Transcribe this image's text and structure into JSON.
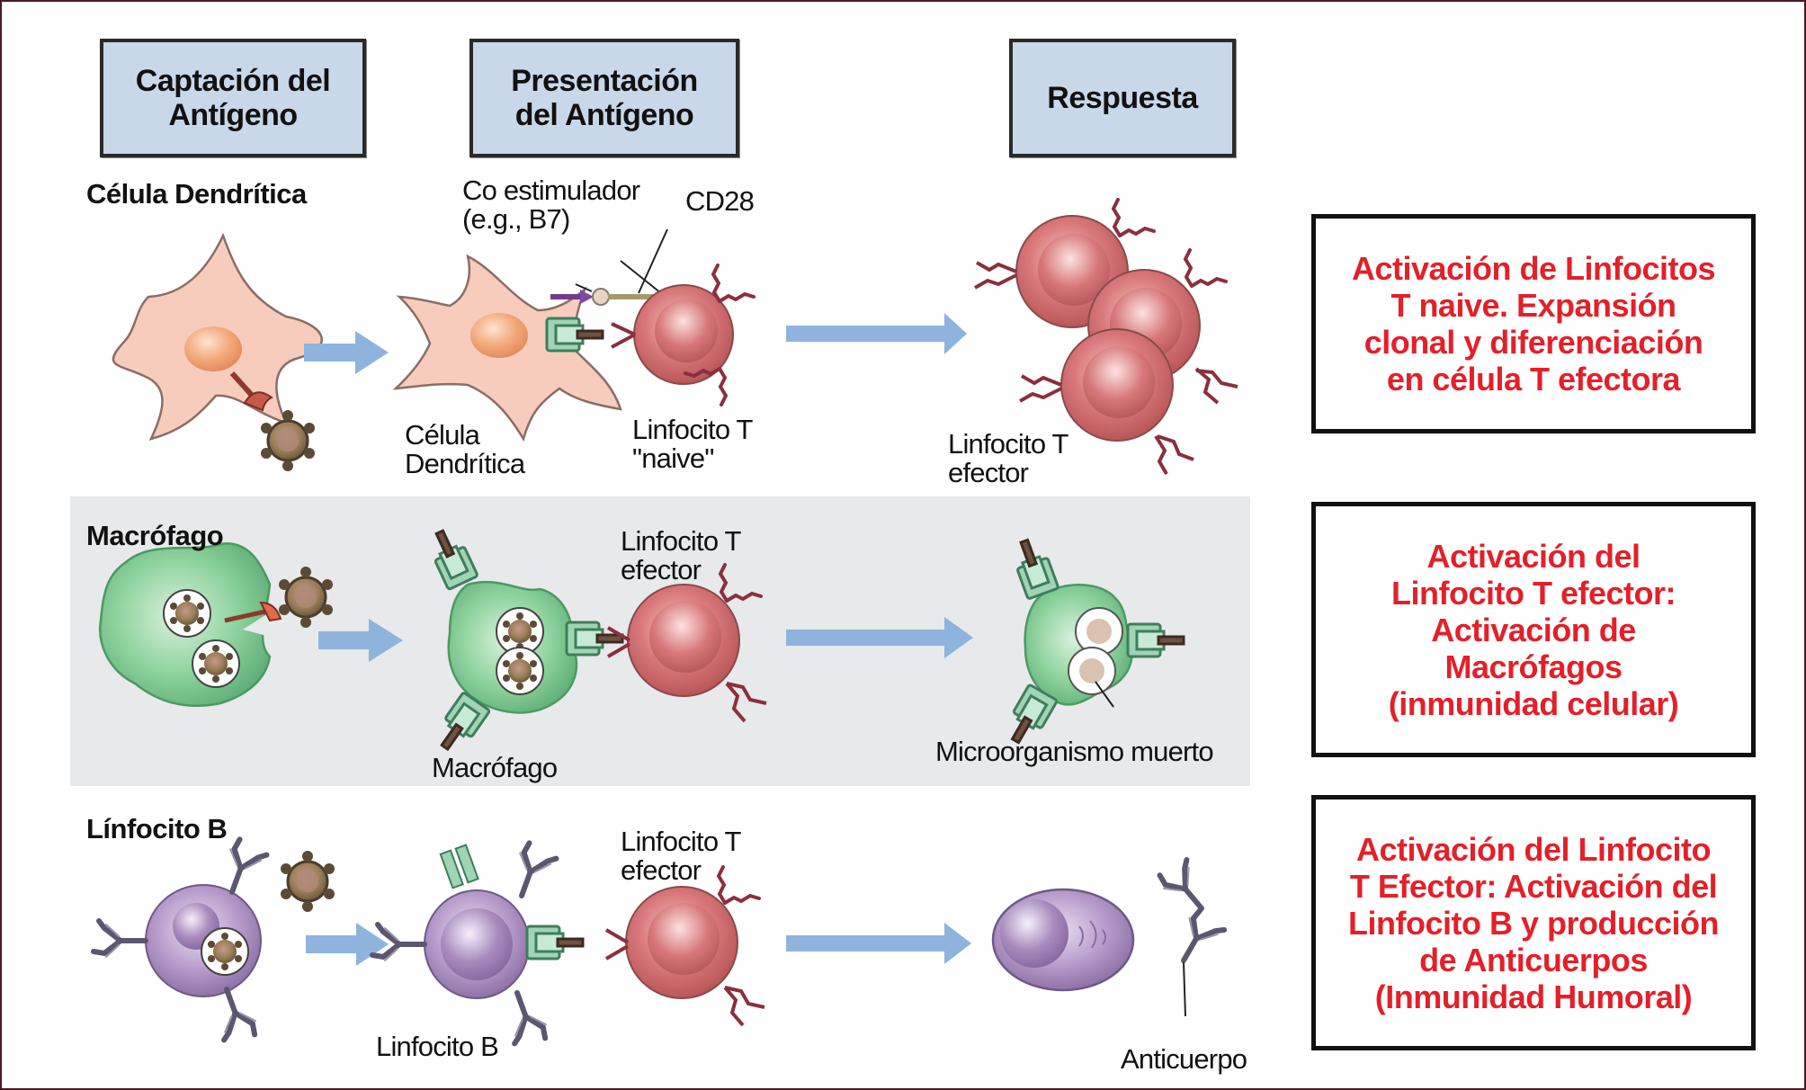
{
  "stages": [
    {
      "label": "Captación del\nAntígeno"
    },
    {
      "label": "Presentación\ndel Antígeno"
    },
    {
      "label": "Respuesta"
    }
  ],
  "rows": [
    {
      "title": "Célula Dendrítica",
      "labels": {
        "costim": "Co estimulador\n(e.g., B7)",
        "cd28": "CD28",
        "presenter": "Célula\nDendrítica",
        "tcell": "Linfocito T\n\"naive\"",
        "response": "Linfocito T\nefector"
      },
      "outcome": "Activación de Linfocitos\nT naive. Expansión\nclonal y diferenciación\nen célula T efectora"
    },
    {
      "title": "Macrófago",
      "labels": {
        "tcell": "Linfocito T\nefector",
        "presenter": "Macrófago",
        "response": "Microorganismo muerto"
      },
      "outcome": "Activación del\nLinfocito T efector:\nActivación de\nMacrófagos\n(inmunidad celular)"
    },
    {
      "title": "Línfocito B",
      "labels": {
        "tcell": "Linfocito T\nefector",
        "presenter": "Linfocito B",
        "response": "Anticuerpo"
      },
      "outcome": "Activación del Linfocito\nT Efector: Activación del\nLinfocito B y producción\nde Anticuerpos\n(Inmunidad Humoral)"
    }
  ],
  "colors": {
    "stage_fill": "#c8d8e8",
    "outcome_text": "#e3202a",
    "arrow": "#8eb4de",
    "dendritic": "#f6c7b6",
    "tcell": "#d97a7c",
    "macrophage": "#86cf98",
    "bcell": "#b59bc8",
    "band": "#e8e9ea"
  }
}
